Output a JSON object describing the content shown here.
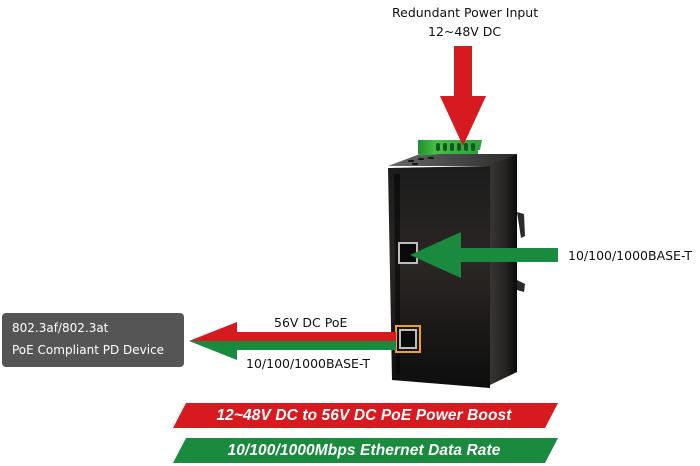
{
  "colors": {
    "power_red": "#d71920",
    "data_green": "#198a3e",
    "device_body": "#1a1a1a",
    "pd_box": "#555555",
    "port_highlight": "#f0a020",
    "terminal_green": "#3cb043"
  },
  "redundant_power": {
    "title": "Redundant Power Input",
    "voltage": "12~48V DC",
    "arrow_icon": "down-arrow-red"
  },
  "uplink": {
    "label": "10/100/1000BASE-T",
    "arrow_icon": "left-arrow-green"
  },
  "poe_output": {
    "power_label": "56V DC PoE",
    "data_label": "10/100/1000BASE-T",
    "arrow_icon": "left-arrow-red-green"
  },
  "pd_device": {
    "line1": "802.3af/802.3at",
    "line2": "PoE Compliant PD Device"
  },
  "banners": [
    {
      "text": "12~48V DC to 56V DC PoE Power Boost",
      "color": "#d71920"
    },
    {
      "text": "10/100/1000Mbps Ethernet Data Rate",
      "color": "#198a3e"
    }
  ]
}
